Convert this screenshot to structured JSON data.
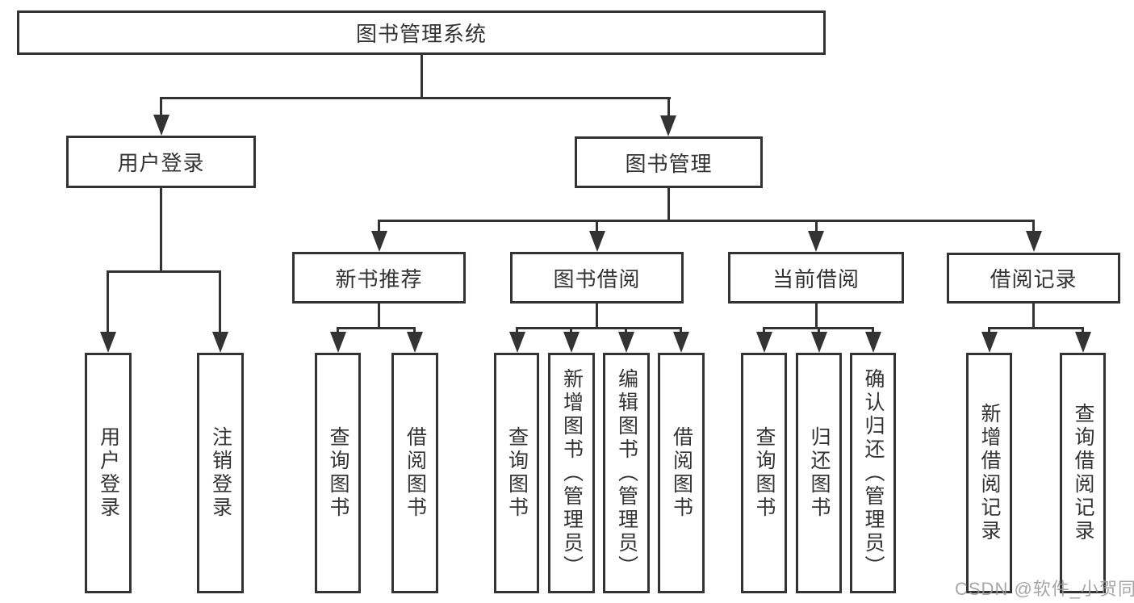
{
  "tree": {
    "root": "图书管理系统",
    "level2": [
      "用户登录",
      "图书管理"
    ],
    "level3": [
      "新书推荐",
      "图书借阅",
      "当前借阅",
      "借阅记录"
    ],
    "user_login_children": [
      "用户登录",
      "注销登录"
    ],
    "new_book_children": [
      "查询图书",
      "借阅图书"
    ],
    "book_borrow_children": [
      "查询图书",
      "新增图书（管理员）",
      "编辑图书（管理员）",
      "借阅图书"
    ],
    "current_borrow_children": [
      "查询图书",
      "归还图书",
      "确认归还（管理员）"
    ],
    "records_children": [
      "新增借阅记录",
      "查询借阅记录"
    ]
  },
  "watermark": "CSDN @软件_小贺同学",
  "colors": {
    "line": "#333333",
    "box_background": "#ffffff",
    "text": "#333333",
    "watermark": "#969696"
  }
}
